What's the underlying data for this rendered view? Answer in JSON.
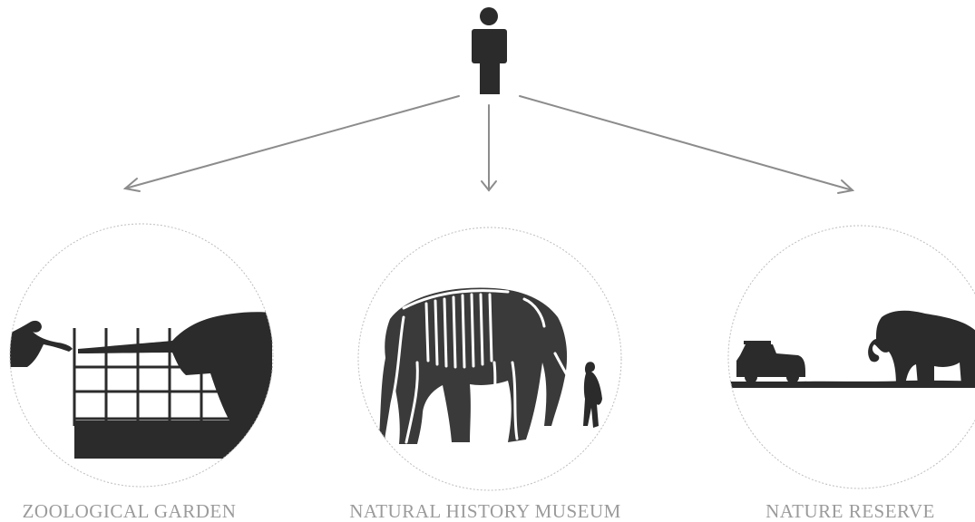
{
  "diagram": {
    "top_icon": "person-icon",
    "arrows": [
      "arrow-to-zoo",
      "arrow-to-museum",
      "arrow-to-reserve"
    ],
    "destinations": [
      {
        "id": "zoo",
        "label": "ZOOLOGICAL GARDEN",
        "icon": "elephant-behind-fence-icon"
      },
      {
        "id": "museum",
        "label": "NATURAL HISTORY MUSEUM",
        "icon": "elephant-skeleton-icon"
      },
      {
        "id": "reserve",
        "label": "NATURE RESERVE",
        "icon": "safari-elephant-icon"
      }
    ]
  },
  "colors": {
    "silhouette": "#2b2b2b",
    "arrow": "#8c8c8c",
    "circle_outline": "#bdbdbd",
    "caption": "#9b9b9b",
    "background": "#ffffff"
  }
}
